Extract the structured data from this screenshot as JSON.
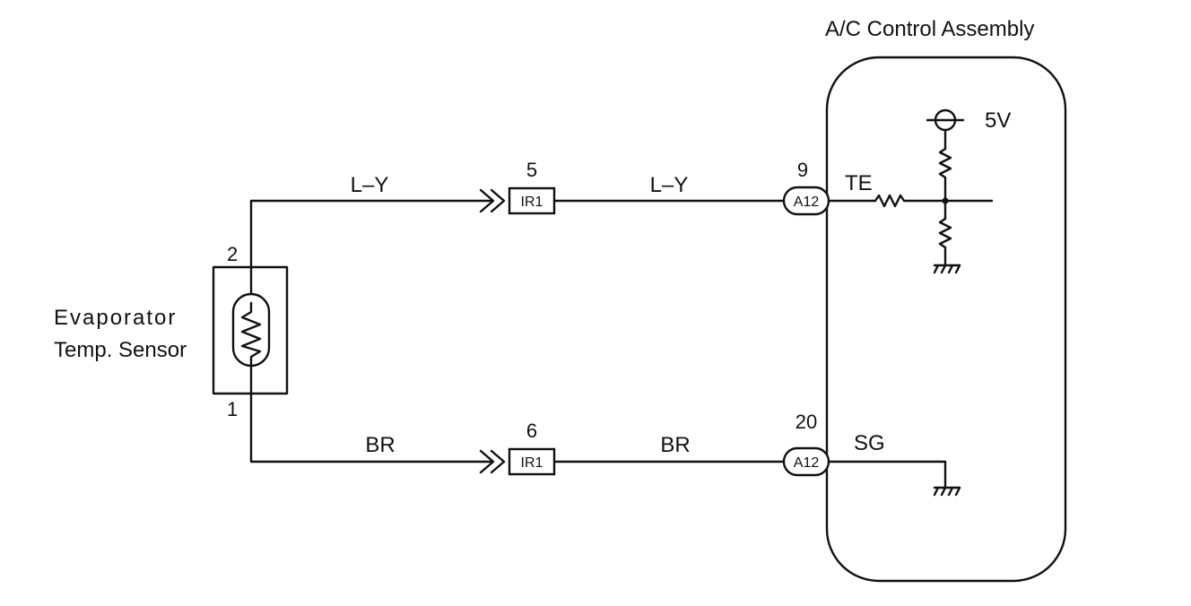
{
  "sensor": {
    "label_line1": "Evaporator",
    "label_line2": "Temp. Sensor",
    "pin_top": "2",
    "pin_bottom": "1"
  },
  "assembly": {
    "title": "A/C Control Assembly",
    "supply_label": "5V",
    "te_label": "TE",
    "sg_label": "SG"
  },
  "wires": {
    "upper": {
      "color_left": "L–Y",
      "color_right": "L–Y"
    },
    "lower": {
      "color_left": "BR",
      "color_right": "BR"
    }
  },
  "connectors": {
    "ir1_upper": {
      "pin": "5",
      "id": "IR1"
    },
    "ir1_lower": {
      "pin": "6",
      "id": "IR1"
    },
    "a12_upper": {
      "pin": "9",
      "id": "A12"
    },
    "a12_lower": {
      "pin": "20",
      "id": "A12"
    }
  }
}
